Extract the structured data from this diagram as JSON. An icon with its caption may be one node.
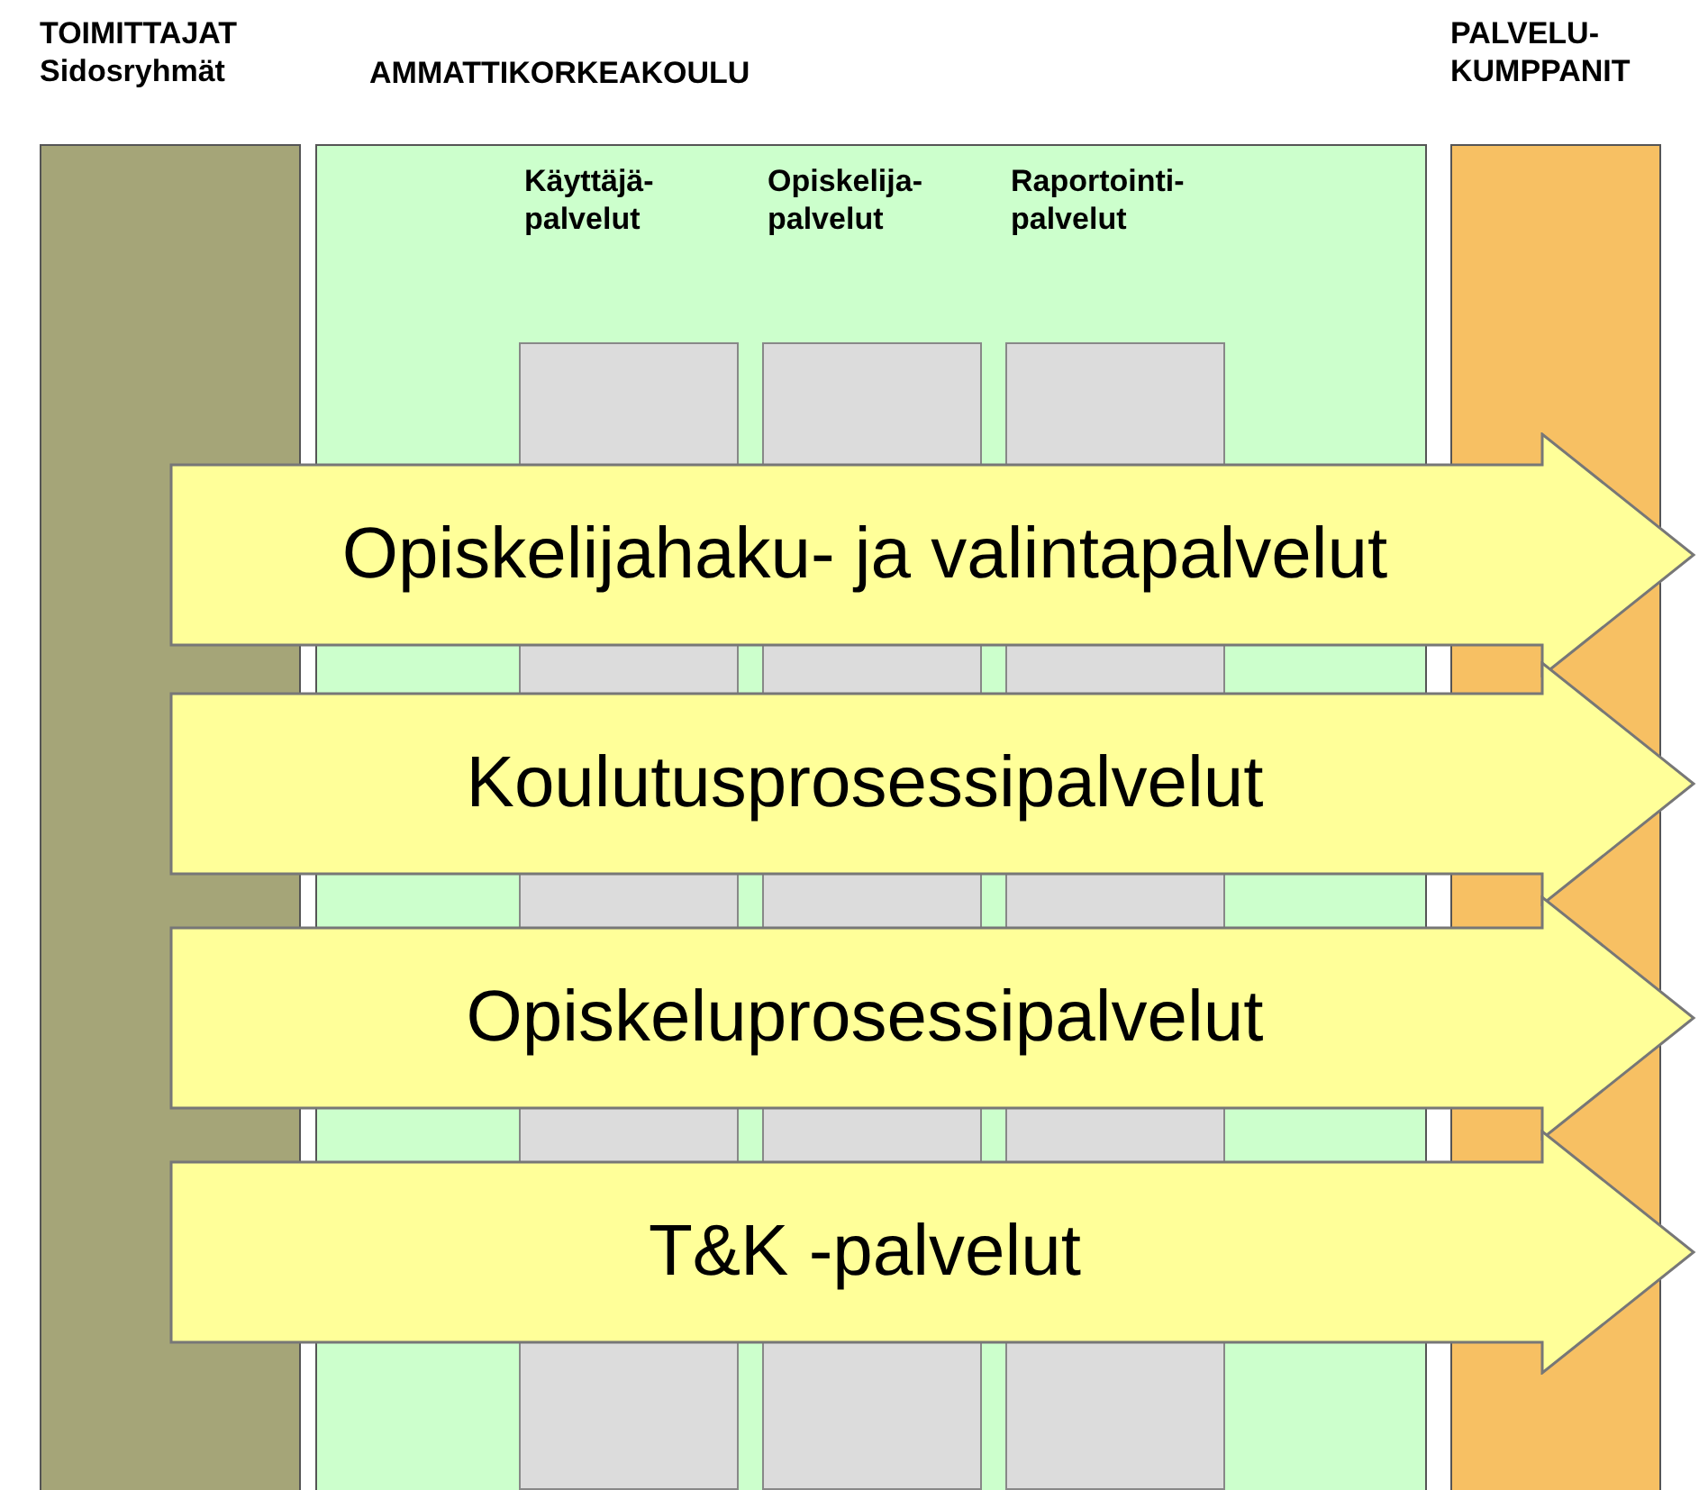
{
  "diagram": {
    "nodes": [
      {
        "text": [
          "TOIMITTAJAT Sidosryhmät"
        ]
      },
      {
        "text": [
          "AMMATTIKORKEAKOULU"
        ]
      },
      {
        "text": [
          "PALVELU- KUMPPANIT"
        ]
      },
      {
        "text": [
          "Käyttäjä- palvelut"
        ],
        "in": 1
      },
      {
        "text": [
          "Opiskelija- palvelut"
        ],
        "in": 1
      },
      {
        "text": [
          "Raportointi- palvelut"
        ],
        "in": 1
      },
      {
        "text": [
          "Opiskelijahaku- ja valintapalvelut"
        ]
      },
      {
        "text": [
          "Koulutusprosessipalvelut"
        ]
      },
      {
        "text": [
          "Opiskeluprosessipalvelut"
        ]
      },
      {
        "text": [
          "T&K -palvelut"
        ]
      }
    ],
    "edges": [
      {
        "from": 0,
        "to": 2,
        "arrow": "to"
      },
      {
        "from": 0,
        "to": 2,
        "arrow": "to"
      },
      {
        "from": 0,
        "to": 2,
        "arrow": "to"
      },
      {
        "from": 0,
        "to": 2,
        "arrow": "to"
      }
    ]
  }
}
